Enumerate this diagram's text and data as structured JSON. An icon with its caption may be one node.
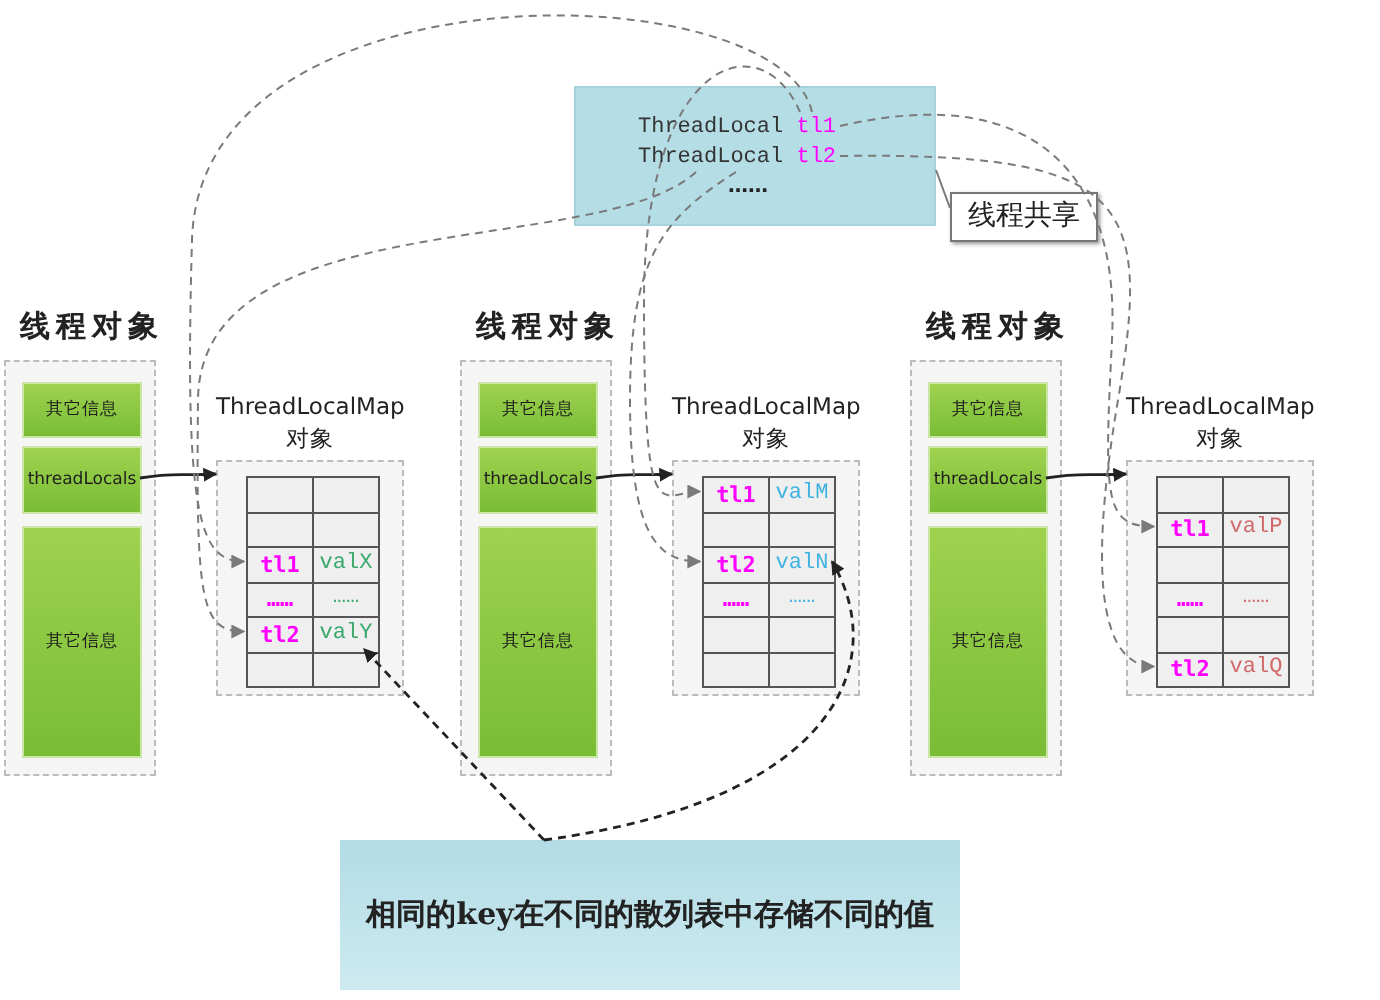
{
  "diagram": {
    "nodes": [
      {
        "text": [
          "……"
        ]
      },
      {
        "text": [
          "ThreadLocal tl1"
        ],
        "in": 0
      },
      {
        "text": [
          "ThreadLocal tl2"
        ],
        "in": 0
      },
      {
        "text": [
          "线程共享"
        ]
      },
      {
        "text": [
          "线程对象"
        ]
      },
      {
        "text": [
          "其它信息"
        ],
        "in": 4
      },
      {
        "text": [
          "threadLocals"
        ],
        "in": 4
      },
      {
        "text": [
          "其它信息"
        ],
        "in": 4
      },
      {
        "text": [
          "ThreadLocalMap 对象"
        ]
      },
      {
        "text": [],
        "shape": "box",
        "in": 8
      },
      {
        "text": [],
        "shape": "box",
        "in": 8
      },
      {
        "text": [],
        "shape": "box",
        "in": 8
      },
      {
        "text": [],
        "shape": "box",
        "in": 8
      },
      {
        "text": [
          "tl1"
        ],
        "in": 8
      },
      {
        "text": [
          "valX"
        ],
        "in": 8
      },
      {
        "text": [
          "……"
        ],
        "in": 8
      },
      {
        "text": [
          "……"
        ],
        "in": 8
      },
      {
        "text": [
          "tl2"
        ],
        "in": 8
      },
      {
        "text": [
          "valY"
        ],
        "in": 8
      },
      {
        "text": [],
        "shape": "box",
        "in": 8
      },
      {
        "text": [],
        "shape": "box",
        "in": 8
      },
      {
        "text": [
          "线程对象"
        ]
      },
      {
        "text": [
          "其它信息"
        ],
        "in": 21
      },
      {
        "text": [
          "threadLocals"
        ],
        "in": 21
      },
      {
        "text": [
          "其它信息"
        ],
        "in": 21
      },
      {
        "text": [
          "ThreadLocalMap 对象"
        ]
      },
      {
        "text": [
          "tl1"
        ],
        "in": 25
      },
      {
        "text": [
          "valM"
        ],
        "in": 25
      },
      {
        "text": [],
        "shape": "box",
        "in": 25
      },
      {
        "text": [],
        "shape": "box",
        "in": 25
      },
      {
        "text": [
          "tl2"
        ],
        "in": 25
      },
      {
        "text": [
          "valN"
        ],
        "in": 25
      },
      {
        "text": [
          "……"
        ],
        "in": 25
      },
      {
        "text": [
          "……"
        ],
        "in": 25
      },
      {
        "text": [],
        "shape": "box",
        "in": 25
      },
      {
        "text": [],
        "shape": "box",
        "in": 25
      },
      {
        "text": [],
        "shape": "box",
        "in": 25
      },
      {
        "text": [],
        "shape": "box",
        "in": 25
      },
      {
        "text": [
          "线程对象"
        ]
      },
      {
        "text": [
          "其它信息"
        ],
        "in": 38
      },
      {
        "text": [
          "threadLocals"
        ],
        "in": 38
      },
      {
        "text": [
          "其它信息"
        ],
        "in": 38
      },
      {
        "text": [
          "ThreadLocalMap 对象"
        ]
      },
      {
        "text": [],
        "shape": "box",
        "in": 42
      },
      {
        "text": [],
        "shape": "box",
        "in": 42
      },
      {
        "text": [
          "tl1"
        ],
        "in": 42
      },
      {
        "text": [
          "valP"
        ],
        "in": 42
      },
      {
        "text": [],
        "shape": "box",
        "in": 42
      },
      {
        "text": [],
        "shape": "box",
        "in": 42
      },
      {
        "text": [
          "……"
        ],
        "in": 42
      },
      {
        "text": [
          "……"
        ],
        "in": 42
      },
      {
        "text": [],
        "shape": "box",
        "in": 42
      },
      {
        "text": [],
        "shape": "box",
        "in": 42
      },
      {
        "text": [
          "tl2"
        ],
        "in": 42
      },
      {
        "text": [
          "valQ"
        ],
        "in": 42
      },
      {
        "text": [
          "相同的key在不同的散列表中存储不同的值"
        ]
      }
    ],
    "edges": [
      {
        "from": 6,
        "to": 8,
        "arrow": "to",
        "color": "#222222"
      },
      {
        "from": 23,
        "to": 25,
        "arrow": "to",
        "color": "#222222"
      },
      {
        "from": 40,
        "to": 42,
        "arrow": "to",
        "color": "#222222"
      },
      {
        "from": 1,
        "to": 13,
        "arrow": "to",
        "style": "dashed"
      },
      {
        "from": 1,
        "to": 26,
        "arrow": "to",
        "style": "dashed"
      },
      {
        "from": 1,
        "to": 45,
        "arrow": "to",
        "style": "dashed"
      },
      {
        "from": 2,
        "to": 17,
        "arrow": "to",
        "style": "dashed"
      },
      {
        "from": 2,
        "to": 30,
        "arrow": "to",
        "style": "dashed"
      },
      {
        "from": 2,
        "to": 53,
        "arrow": "to",
        "style": "dashed"
      },
      {
        "from": 3,
        "to": 0,
        "arrow": "none"
      },
      {
        "from": 55,
        "to": 18,
        "arrow": "to",
        "style": "dashed",
        "color": "#222222"
      },
      {
        "from": 55,
        "to": 31,
        "arrow": "to",
        "style": "dashed",
        "color": "#222222"
      }
    ]
  }
}
